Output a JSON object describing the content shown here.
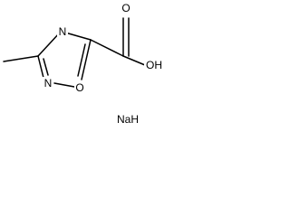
{
  "molecule": {
    "atom_labels": {
      "ring_nitrogen_top": "N",
      "ring_nitrogen_left": "N",
      "ring_oxygen": "O",
      "carbonyl_oxygen": "O",
      "hydroxyl": "OH"
    },
    "counterion": "NaH"
  }
}
